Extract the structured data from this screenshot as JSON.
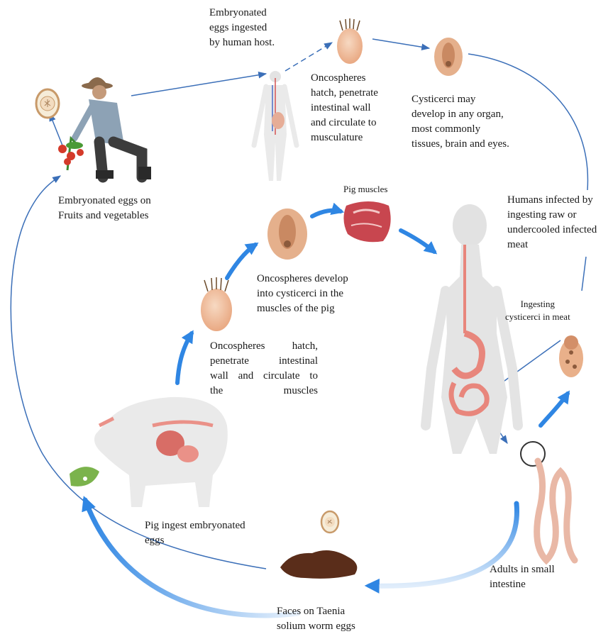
{
  "labels": {
    "eggs_ingested": "Embryonated\neggs ingested\nby human host.",
    "oncospheres_hatch_human": "Oncospheres\nhatch, penetrate\nintestinal wall\nand circulate to\nmusculature",
    "cysticerci_develop": "Cysticerci may\ndevelop in any organ,\nmost commonly\ntissues, brain and eyes.",
    "eggs_on_fruits": "Embryonated eggs on\nFruits and vegetables",
    "pig_muscles": "Pig muscles",
    "humans_infected": "Humans infected by\ningesting raw or\nundercooled infected\nmeat",
    "oncospheres_develop_pig": "Oncospheres develop\ninto cysticerci in the\nmuscles of the pig",
    "ingesting_cysticerci": "Ingesting\ncysticerci in meat",
    "oncospheres_hatch_pig": "Oncospheres hatch,\npenetrate intestinal\nwall and circulate to\nthe muscles",
    "pig_ingest": "Pig ingest embryonated\neggs",
    "adults_small_intestine": "Adults in small\nintestine",
    "faeces": "Faces on Taenia\nsolium worm eggs"
  },
  "colors": {
    "arrow_thin": "#3b6fb8",
    "arrow_thick": "#2f86e3",
    "egg": "#f2c4a0",
    "egg_dark": "#d99a72",
    "body": "#e4e4e4",
    "organ": "#e8867c",
    "faeces": "#5a2d1a",
    "meat": "#c8464f",
    "worm": "#e9b8a6"
  },
  "icons": [
    "egg-icon",
    "farmer-icon",
    "human-body-icon",
    "oncosphere-icon",
    "cysticercus-icon",
    "pig-meat-icon",
    "woman-body-icon",
    "tapeworm-icon",
    "pig-icon",
    "leaf-icon",
    "faeces-icon"
  ]
}
